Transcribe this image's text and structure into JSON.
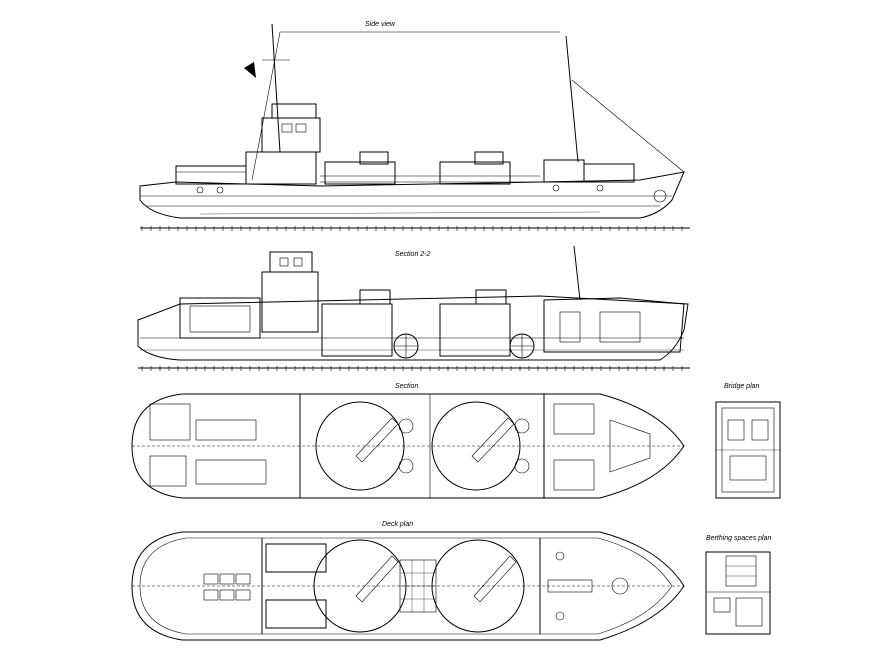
{
  "views": {
    "side_view": "Side view",
    "section_2_2": "Section 2-2",
    "section": "Section",
    "deck_plan": "Deck plan",
    "bridge_plan": "Bridge plan",
    "berthing_plan": "Berthing spaces plan"
  }
}
